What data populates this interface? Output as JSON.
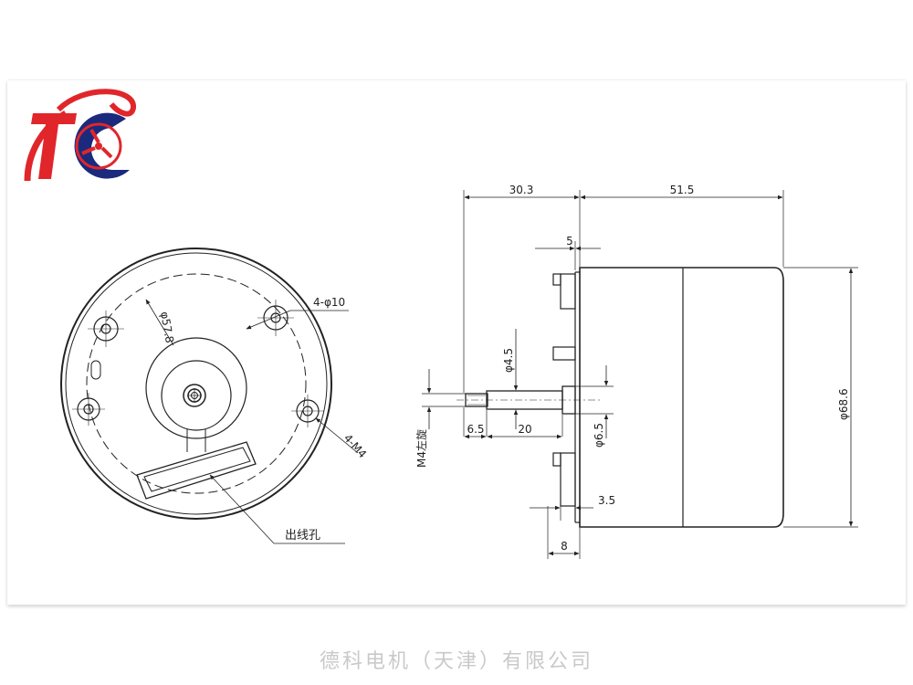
{
  "company": "德科电机（天津）有限公司",
  "logo": {
    "letters": "TC",
    "colors": {
      "primary": "#e0262b",
      "secondary": "#1b2a7d"
    }
  },
  "front_view": {
    "mount_holes": "4-φ10",
    "pitch_circle": "φ57.8",
    "screw_holes": "4-M4",
    "wire_outlet": "出线孔"
  },
  "side_view": {
    "dim_shaft_length": "30.3",
    "dim_body_length": "51.5",
    "dim_boss": "5",
    "dim_shaft_diameter": "φ4.5",
    "dim_thread_length": "6.5",
    "dim_shaft_span": "20",
    "dim_boss_diameter": "φ6.5",
    "thread_note": "M4左旋",
    "dim_body_diameter": "φ68.6",
    "dim_flange": "3.5",
    "dim_flange_total": "8"
  }
}
